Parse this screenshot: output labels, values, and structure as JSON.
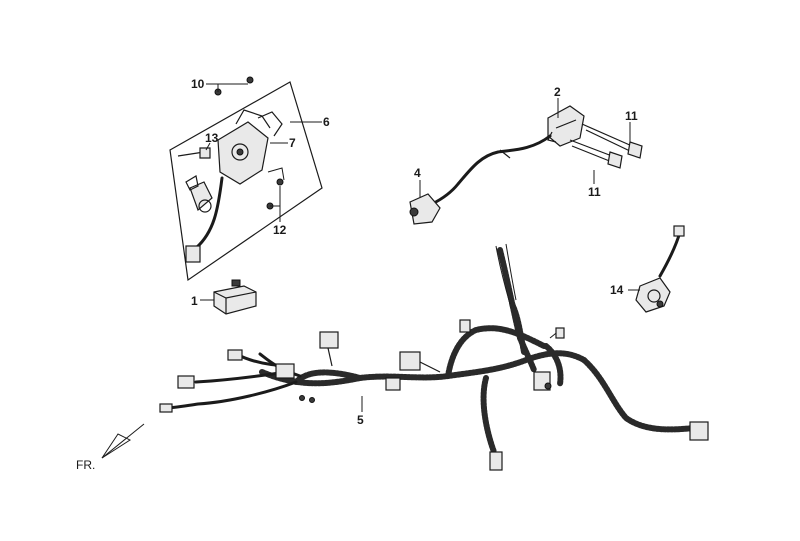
{
  "callouts": {
    "c1": "1",
    "c2": "2",
    "c4": "4",
    "c5": "5",
    "c6": "6",
    "c7": "7",
    "c10": "10",
    "c11a": "11",
    "c11b": "11",
    "c12": "12",
    "c13": "13",
    "c14": "14"
  },
  "direction": {
    "label": "FR."
  }
}
